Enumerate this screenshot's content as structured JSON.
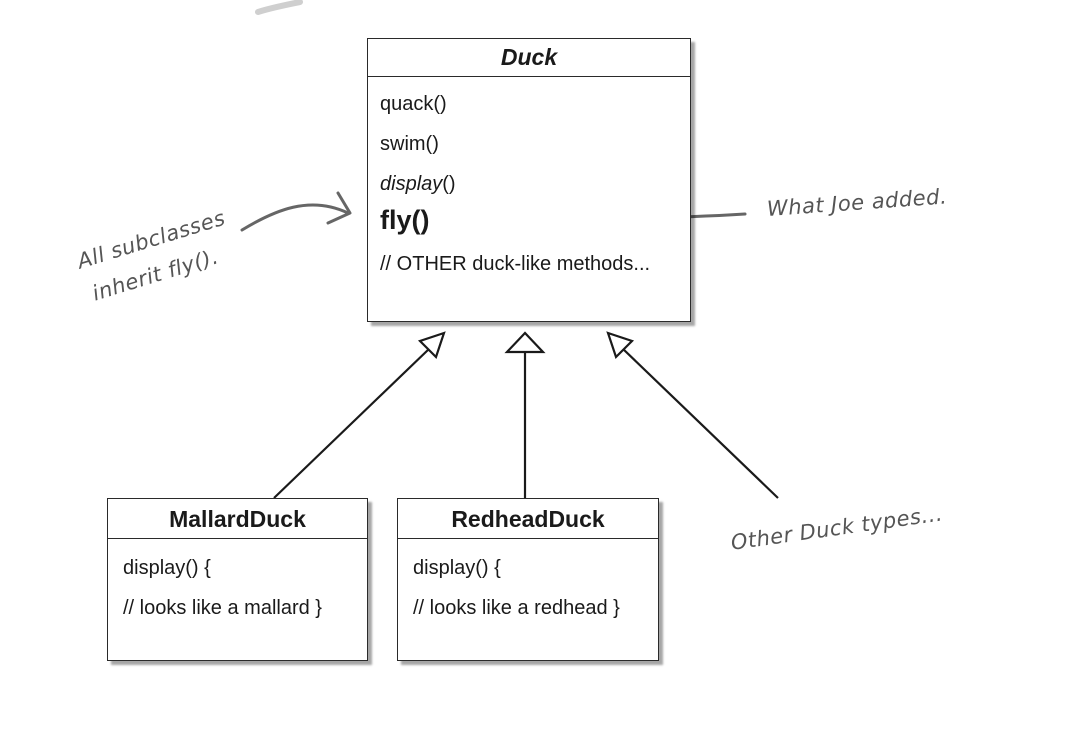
{
  "duck_class": {
    "name": "Duck",
    "methods": {
      "quack": "quack()",
      "swim": "swim()",
      "display_italic": "display",
      "display_parens": "()",
      "fly": "fly()",
      "other": "// OTHER duck-like methods..."
    }
  },
  "mallard_class": {
    "name": "MallardDuck",
    "line1": "display() {",
    "line2": "// looks like a mallard }"
  },
  "redhead_class": {
    "name": "RedheadDuck",
    "line1": "display() {",
    "line2": "// looks like a redhead }"
  },
  "annotations": {
    "inherit_line1": "All subclasses",
    "inherit_line2": "inherit fly().",
    "joe_added": "What Joe added.",
    "other_types": "Other Duck types..."
  }
}
